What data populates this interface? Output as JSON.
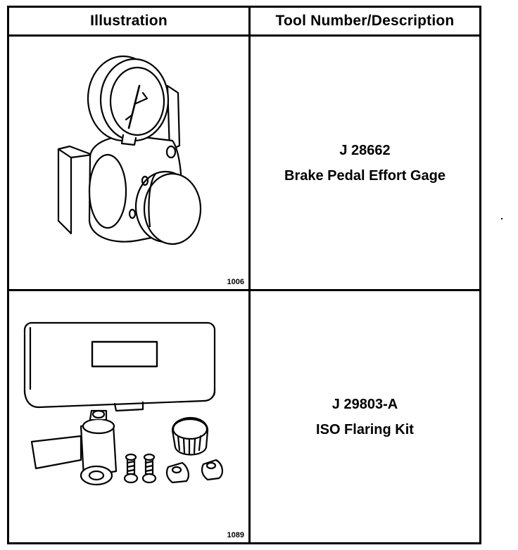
{
  "table": {
    "headers": [
      "Illustration",
      "Tool Number/Description"
    ],
    "rows": [
      {
        "figure_number": "1006",
        "tool_number": "J 28662",
        "description": "Brake Pedal Effort Gage",
        "illustration": "pedal-effort-gage-icon"
      },
      {
        "figure_number": "1089",
        "tool_number": "J 29803-A",
        "description": "ISO Flaring Kit",
        "illustration": "flaring-kit-icon"
      }
    ]
  }
}
